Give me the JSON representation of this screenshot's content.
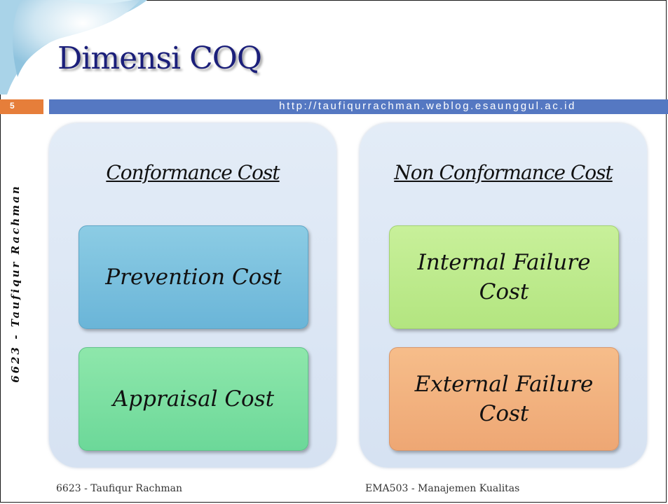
{
  "slide": {
    "title": "Dimensi COQ",
    "number": "5",
    "url": "http://taufiqurrachman.weblog.esaunggul.ac.id",
    "vertical_author": "6623 - Taufiqur Rachman",
    "footer_left": "6623 - Taufiqur Rachman",
    "footer_right": "EMA503 - Manajemen Kualitas"
  },
  "panels": [
    {
      "heading": "Conformance Cost",
      "boxes": [
        {
          "label": "Prevention Cost",
          "color": "#7cc1df"
        },
        {
          "label": "Appraisal Cost",
          "color": "#7ce0a2"
        }
      ]
    },
    {
      "heading": "Non Conformance Cost",
      "boxes": [
        {
          "label": "Internal Failure Cost",
          "color": "#bdeb8c"
        },
        {
          "label": "External Failure Cost",
          "color": "#f2b27e"
        }
      ]
    }
  ],
  "colors": {
    "title": "#1b1f7a",
    "url_bar": "#5578c2",
    "number_box": "#e67e3a",
    "panel_bg": "#dde7f4"
  }
}
